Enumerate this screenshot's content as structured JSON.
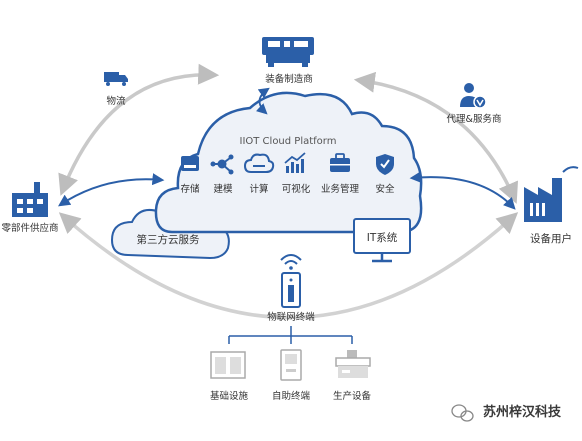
{
  "platform": {
    "title": "IIOT Cloud Platform",
    "modules": [
      {
        "label": "存储",
        "icon": "storage-icon"
      },
      {
        "label": "建模",
        "icon": "modeling-icon"
      },
      {
        "label": "计算",
        "icon": "compute-icon"
      },
      {
        "label": "可视化",
        "icon": "visualization-icon"
      },
      {
        "label": "业务管理",
        "icon": "business-management-icon"
      },
      {
        "label": "安全",
        "icon": "security-icon"
      }
    ]
  },
  "third_party": {
    "label": "第三方云服务"
  },
  "it_system": {
    "label": "IT系统"
  },
  "actors": {
    "equipment_maker": "装备制造商",
    "logistics": "物流",
    "agent_service": "代理&服务商",
    "parts_supplier": "零部件供应商",
    "equipment_user": "设备用户"
  },
  "iot_terminal": {
    "label": "物联网终端"
  },
  "devices": [
    {
      "label": "基础设施",
      "icon": "infrastructure-icon"
    },
    {
      "label": "自助终端",
      "icon": "kiosk-icon"
    },
    {
      "label": "生产设备",
      "icon": "production-equipment-icon"
    }
  ],
  "watermark": {
    "text": "苏州梓汉科技"
  },
  "colors": {
    "primary": "#2b5fa8",
    "arrow_gray": "#c4c4c4",
    "cloud_fill": "#eef2f8"
  }
}
